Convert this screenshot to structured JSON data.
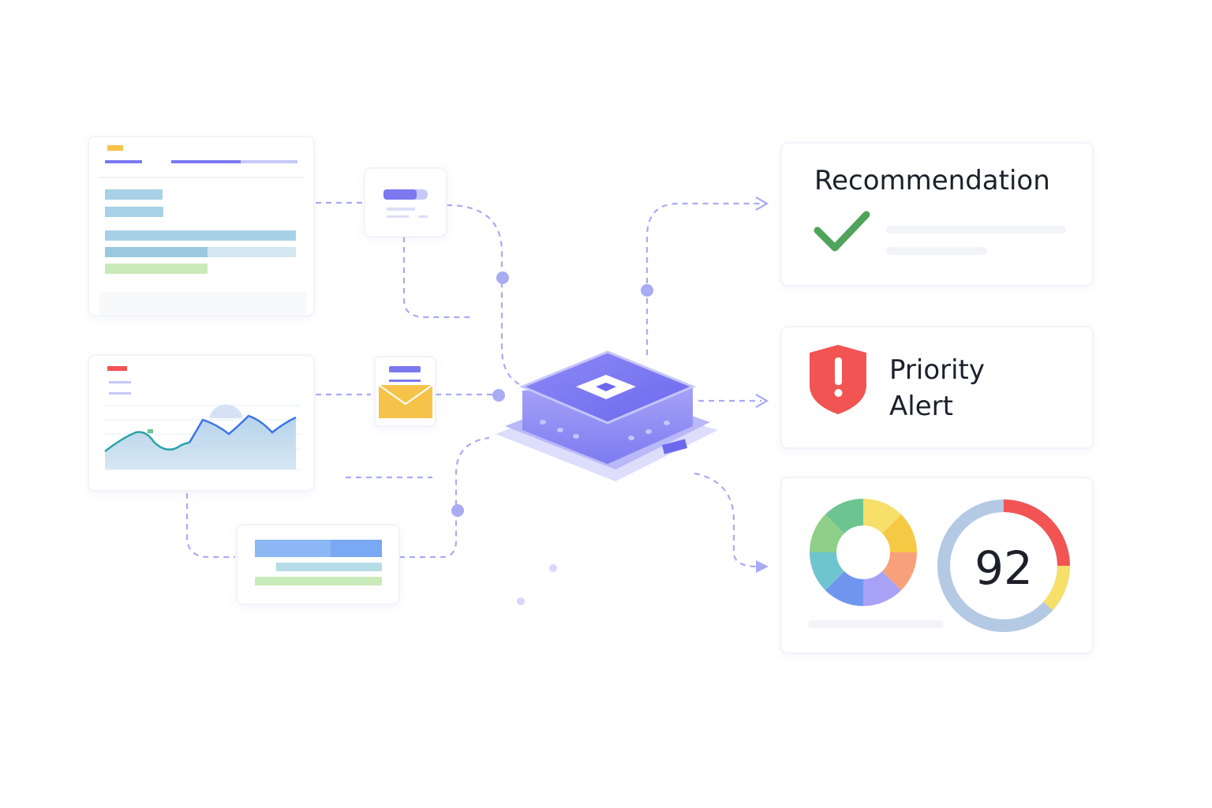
{
  "recommendation": {
    "title": "Recommendation",
    "icon": "check-icon",
    "color": "#4fa35a"
  },
  "priority_alert": {
    "line1": "Priority",
    "line2": "Alert",
    "icon": "shield-alert-icon",
    "color": "#f25454"
  },
  "score": {
    "value": "92",
    "gauge_fraction": 0.92
  },
  "hub": {
    "icon": "processor-chip-icon",
    "color": "#7b78f0"
  },
  "colors": {
    "accent": "#7b78f0",
    "connector": "#a9abf3"
  },
  "donut_colors": [
    "#f7e06a",
    "#f6c945",
    "#f7a07a",
    "#a7a2f5",
    "#6f95ee",
    "#6fc5cf",
    "#8ed08a",
    "#6cc490"
  ]
}
